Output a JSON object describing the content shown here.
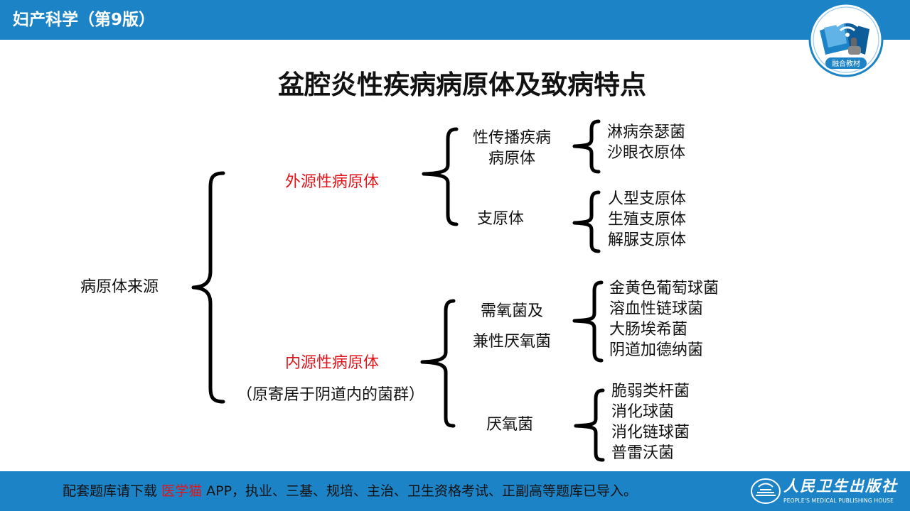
{
  "header": {
    "book_title": "妇产科学（第9版）",
    "badge_label": "融合教材"
  },
  "slide": {
    "title": "盆腔炎性疾病病原体及致病特点"
  },
  "tree": {
    "root": "病原体来源",
    "exogenous": {
      "label": "外源性病原体",
      "color": "#e0141b",
      "std": {
        "line1": "性传播疾病",
        "line2": "病原体",
        "items": [
          "淋病奈瑟菌",
          "沙眼衣原体"
        ]
      },
      "mycoplasma": {
        "label": "支原体",
        "items": [
          "人型支原体",
          "生殖支原体",
          "解脲支原体"
        ]
      }
    },
    "endogenous": {
      "label": "内源性病原体",
      "note": "（原寄居于阴道内的菌群）",
      "color": "#e0141b",
      "aerobic": {
        "line1": "需氧菌及",
        "line2": "兼性厌氧菌",
        "items": [
          "金黄色葡萄球菌",
          "溶血性链球菌",
          "大肠埃希菌",
          "阴道加德纳菌"
        ]
      },
      "anaerobic": {
        "label": "厌氧菌",
        "items": [
          "脆弱类杆菌",
          "消化球菌",
          "消化链球菌",
          "普雷沃菌"
        ]
      }
    }
  },
  "footer": {
    "prefix": "配套题库请下载",
    "app_name": "医学猫",
    "suffix": "APP，执业、三基、规培、主治、卫生资格考试、正副高等题库已导入。",
    "publisher_cn": "人民卫生出版社",
    "publisher_en": "PEOPLE'S MEDICAL PUBLISHING HOUSE"
  },
  "colors": {
    "bar_blue": "#1c84c6",
    "highlight_red": "#e0141b"
  }
}
